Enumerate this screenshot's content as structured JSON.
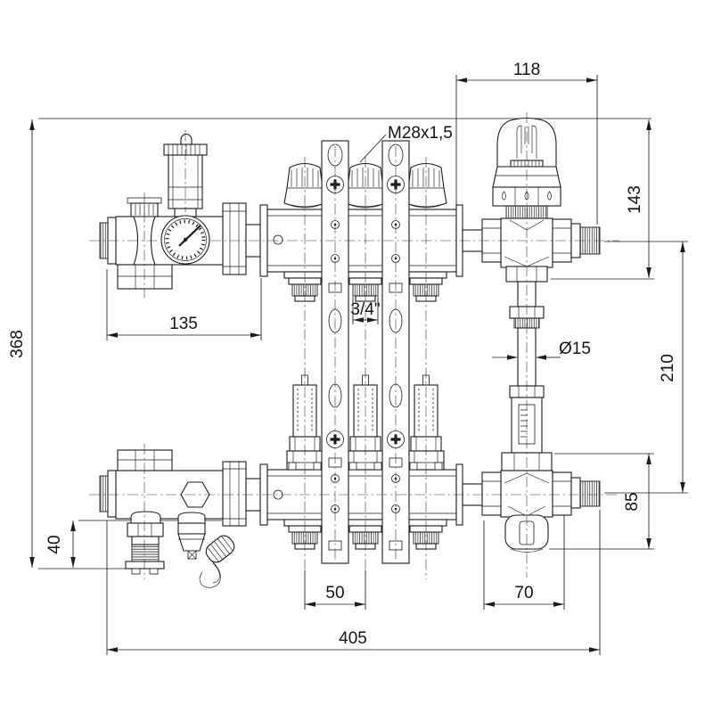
{
  "drawing": {
    "line_color": "#1c1c1c",
    "labels": {
      "valve_thread": "M28x1,5",
      "outlet_thread": "3/4\"",
      "pipe_diameter": "Ø15"
    },
    "dimensions": {
      "top_width": "118",
      "valve_height": "143",
      "riser_height": "210",
      "lower_valve_height": "85",
      "overall_height": "368",
      "supply_section_width": "135",
      "drain_offset": "40",
      "outlet_spacing": "50",
      "lower_valve_width": "70",
      "overall_width": "405"
    }
  }
}
